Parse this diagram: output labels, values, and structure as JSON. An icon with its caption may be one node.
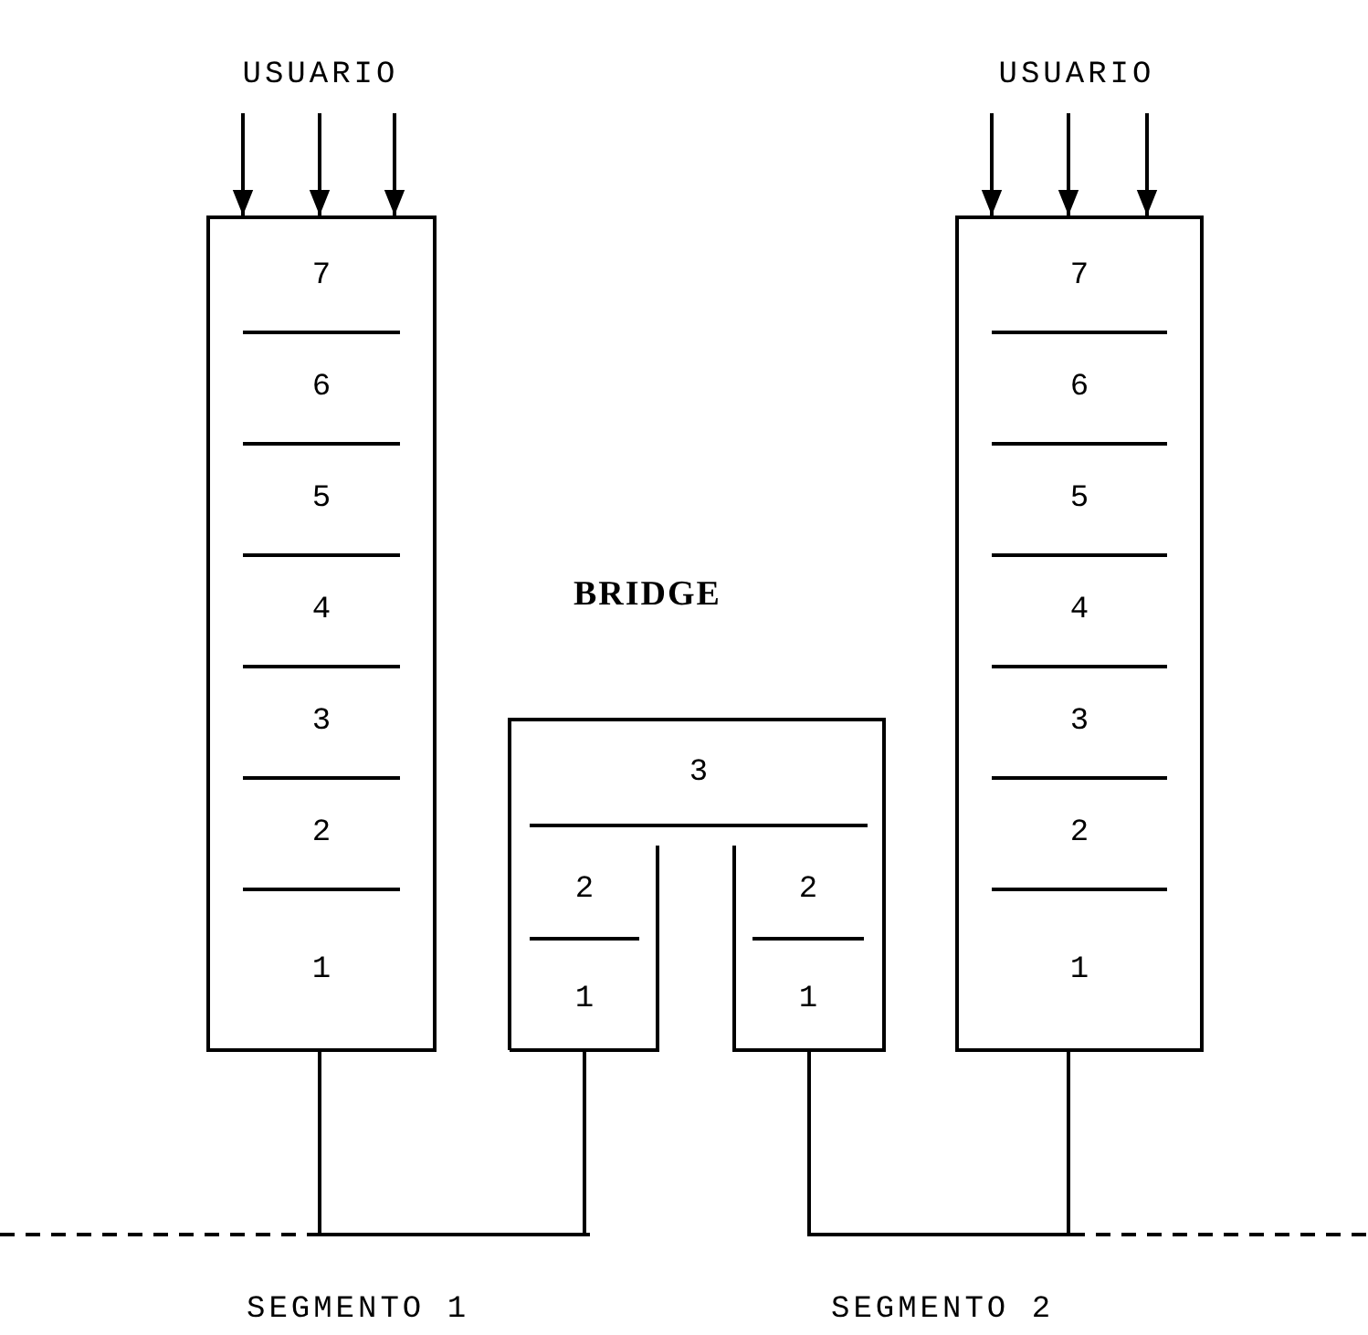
{
  "diagram": {
    "nodes": [
      {
        "text": [
          "USUARIO"
        ]
      },
      {
        "text": [
          "USUARIO"
        ]
      },
      {
        "text": [],
        "shape": "box"
      },
      {
        "text": [
          "7"
        ],
        "in": 2
      },
      {
        "text": [
          "6"
        ],
        "in": 2
      },
      {
        "text": [
          "5"
        ],
        "in": 2
      },
      {
        "text": [
          "4"
        ],
        "in": 2
      },
      {
        "text": [
          "3"
        ],
        "in": 2
      },
      {
        "text": [
          "2"
        ],
        "in": 2
      },
      {
        "text": [
          "1"
        ],
        "in": 2
      },
      {
        "text": [
          "BRIDGE"
        ]
      },
      {
        "text": [
          "3"
        ],
        "in": 10
      },
      {
        "text": [
          "2"
        ],
        "in": 10
      },
      {
        "text": [
          "2"
        ],
        "in": 10
      },
      {
        "text": [
          "1"
        ],
        "in": 10
      },
      {
        "text": [
          "1"
        ],
        "in": 10
      },
      {
        "text": [],
        "shape": "box"
      },
      {
        "text": [
          "7"
        ],
        "in": 16
      },
      {
        "text": [
          "6"
        ],
        "in": 16
      },
      {
        "text": [
          "5"
        ],
        "in": 16
      },
      {
        "text": [
          "4"
        ],
        "in": 16
      },
      {
        "text": [
          "3"
        ],
        "in": 16
      },
      {
        "text": [
          "2"
        ],
        "in": 16
      },
      {
        "text": [
          "1"
        ],
        "in": 16
      },
      {
        "text": [
          "SEGMENTO 1"
        ]
      },
      {
        "text": [
          "SEGMENTO 2"
        ]
      }
    ],
    "edges": [
      {
        "from": 0,
        "to": 2,
        "arrow": "to"
      },
      {
        "from": 0,
        "to": 2,
        "arrow": "to"
      },
      {
        "from": 0,
        "to": 2,
        "arrow": "to"
      },
      {
        "from": 1,
        "to": 16,
        "arrow": "to"
      },
      {
        "from": 1,
        "to": 16,
        "arrow": "to"
      },
      {
        "from": 1,
        "to": 16,
        "arrow": "to"
      },
      {
        "from": 9,
        "to": 24,
        "arrow": "none"
      },
      {
        "from": 14,
        "to": 24,
        "arrow": "none"
      },
      {
        "from": 15,
        "to": 25,
        "arrow": "none"
      },
      {
        "from": 23,
        "to": 25,
        "arrow": "none"
      }
    ]
  }
}
